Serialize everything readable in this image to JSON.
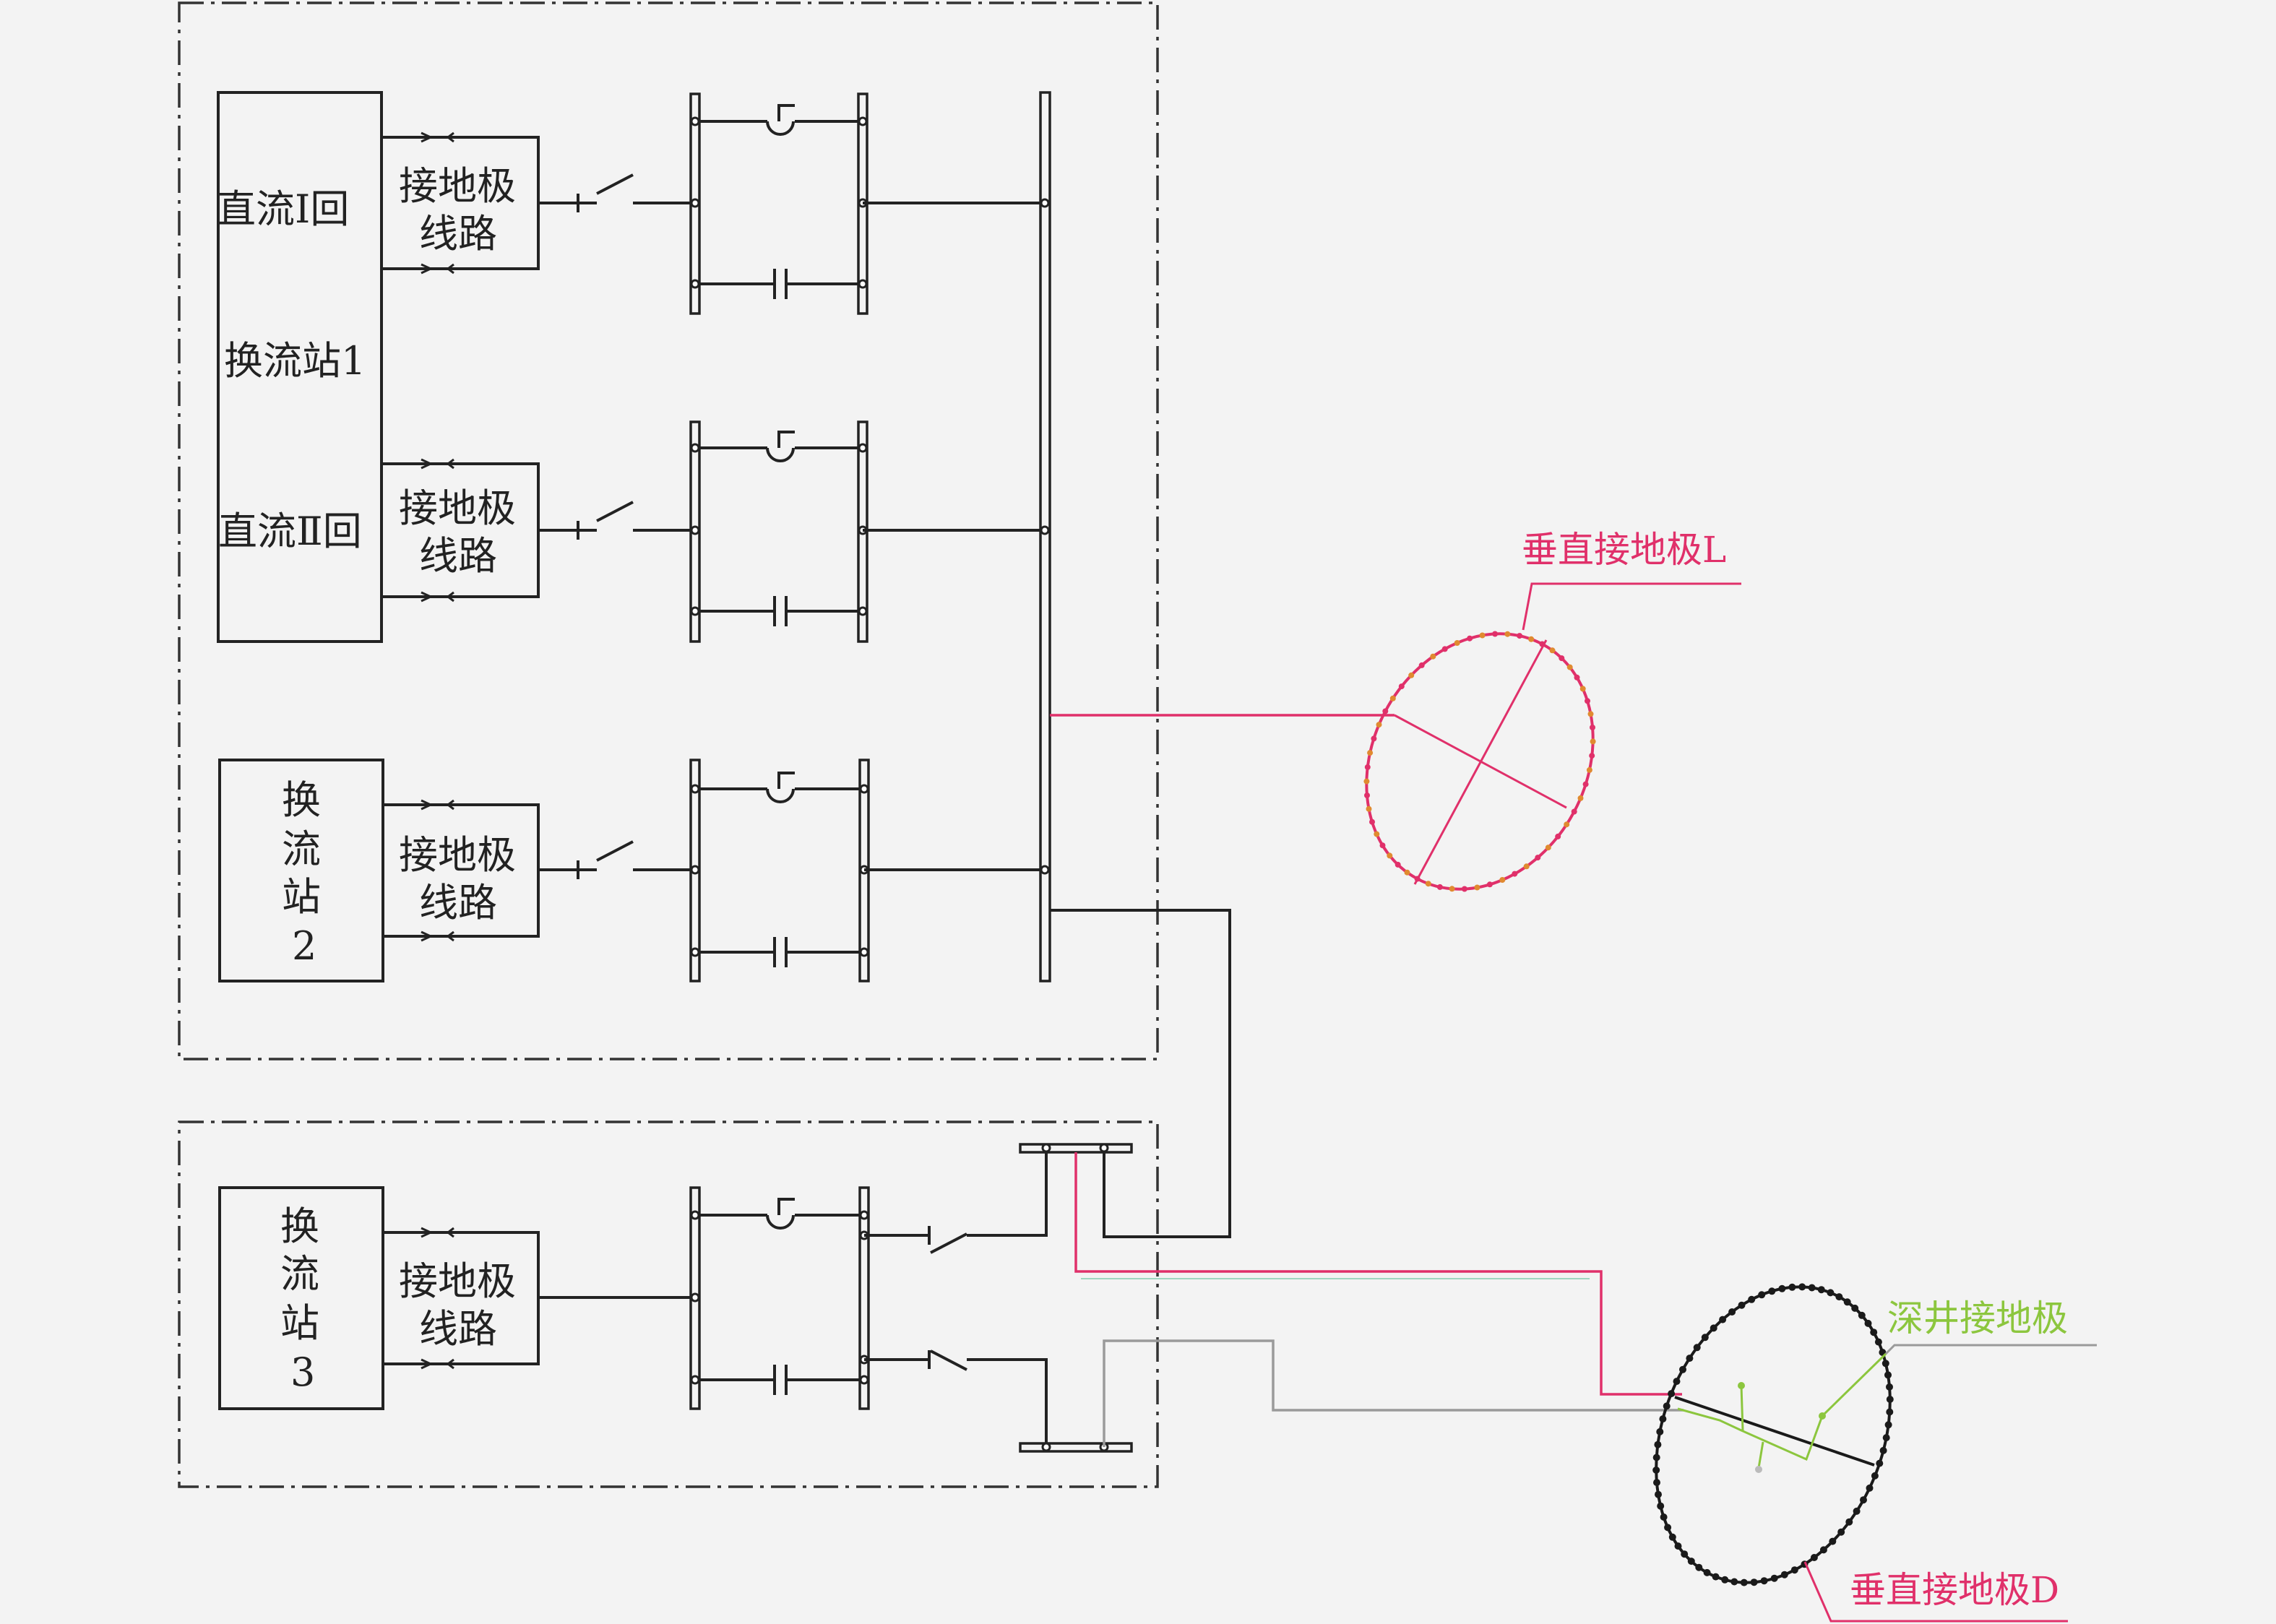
{
  "colors": {
    "background": "#f3f3f3",
    "line": "#222222",
    "electrode_L": "#e0306a",
    "electrode_L_dots_alt": "#e08a30",
    "electrode_D": "#1a1a1a",
    "deep_well": "#8cc63e",
    "grey_lead": "#9a9a9a"
  },
  "station_group_1": {
    "dc_line_1": "直流Ⅰ回",
    "station_name": "换流站1",
    "dc_line_2": "直流Ⅱ回",
    "electrode_line_a_1": "接地极",
    "electrode_line_a_2": "线路",
    "electrode_line_b_1": "接地极",
    "electrode_line_b_2": "线路"
  },
  "station_group_2": {
    "name_chars": [
      "换",
      "流",
      "站",
      "2"
    ],
    "electrode_line_1": "接地极",
    "electrode_line_2": "线路"
  },
  "station_group_3": {
    "name_chars": [
      "换",
      "流",
      "站",
      "3"
    ],
    "electrode_line_1": "接地极",
    "electrode_line_2": "线路"
  },
  "electrodes": {
    "vertical_L": "垂直接地极L",
    "deep_well": "深井接地极",
    "vertical_D": "垂直接地极D"
  }
}
